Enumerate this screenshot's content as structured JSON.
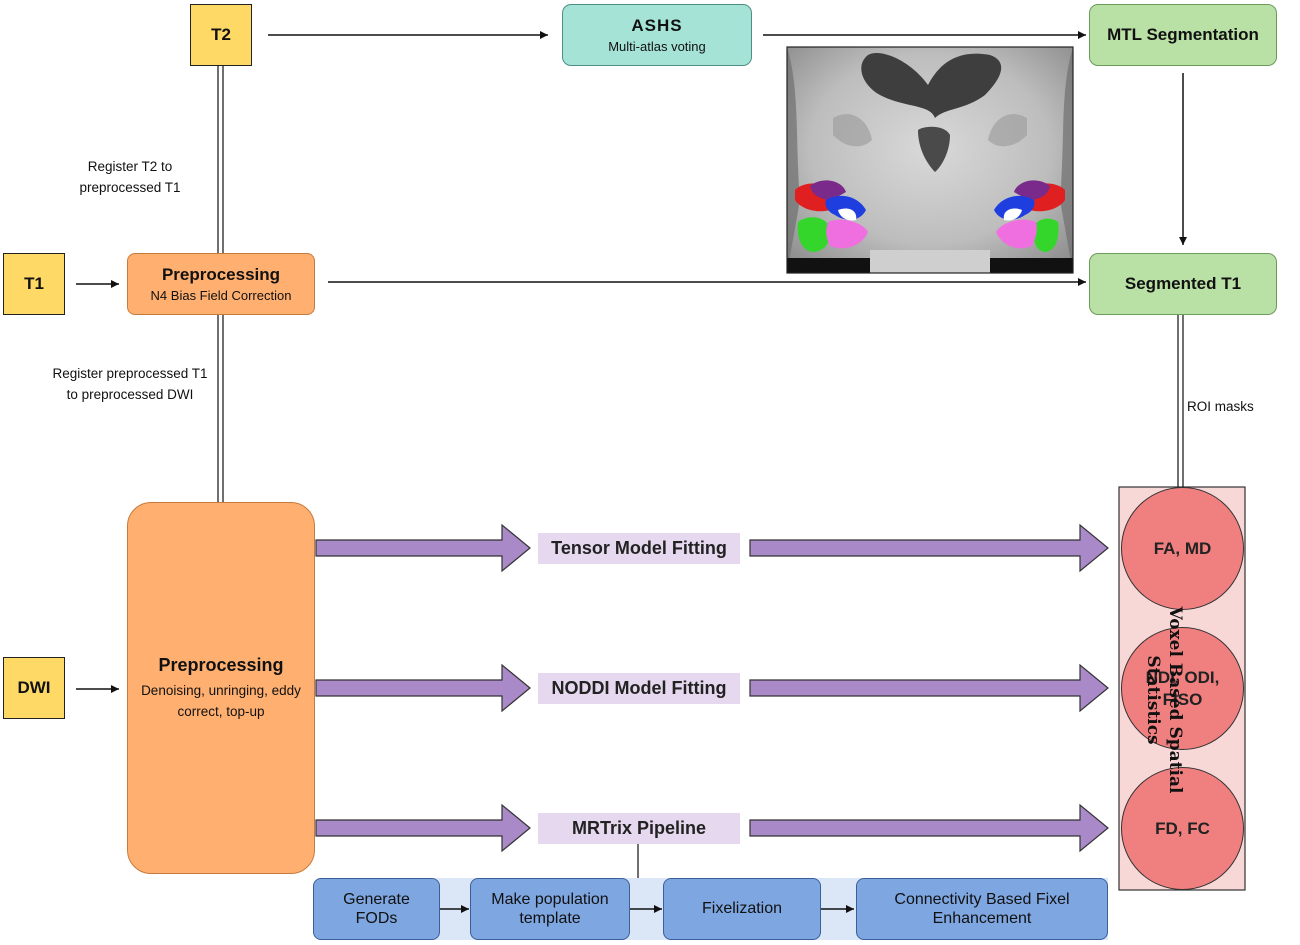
{
  "inputs": {
    "t2": "T2",
    "t1": "T1",
    "dwi": "DWI"
  },
  "ashs": {
    "title": "ASHS",
    "subtitle": "Multi-atlas voting"
  },
  "mtl_segmentation": "MTL Segmentation",
  "segmented_t1": "Segmented T1",
  "t1_preprocessing": {
    "title": "Preprocessing",
    "subtitle": "N4 Bias Field Correction"
  },
  "dwi_preprocessing": {
    "title": "Preprocessing",
    "subtitle": "Denoising, unringing, eddy correct, top-up"
  },
  "labels": {
    "register_t2": "Register T2 to preprocessed T1",
    "register_t1": "Register preprocessed T1 to preprocessed DWI",
    "roi_masks": "ROI masks"
  },
  "fitting": {
    "tensor": "Tensor Model Fitting",
    "noddi": "NODDI Model Fitting",
    "mrtrix": "MRTrix Pipeline"
  },
  "metrics": {
    "tensor": "FA, MD",
    "noddi": "NDI, ODI, FISO",
    "mrtrix": "FD, FC"
  },
  "stats_label": "Voxel Based Spatial Statistics",
  "mrtrix_steps": [
    "Generate FODs",
    "Make population template",
    "Fixelization",
    "Connectivity Based Fixel Enhancement"
  ],
  "colors": {
    "input": "#ffd966",
    "preprocessing": "#ffb070",
    "ashs": "#a6e3d7",
    "segmentation": "#b9e0a5",
    "fitting_label": "#e6d8ee",
    "fat_arrow": "#a989c8",
    "metric_circle": "#f08080",
    "stats_panel": "#f8d7d7",
    "pipeline_step": "#7ea6e0",
    "pipeline_band": "#dbe6f6"
  }
}
